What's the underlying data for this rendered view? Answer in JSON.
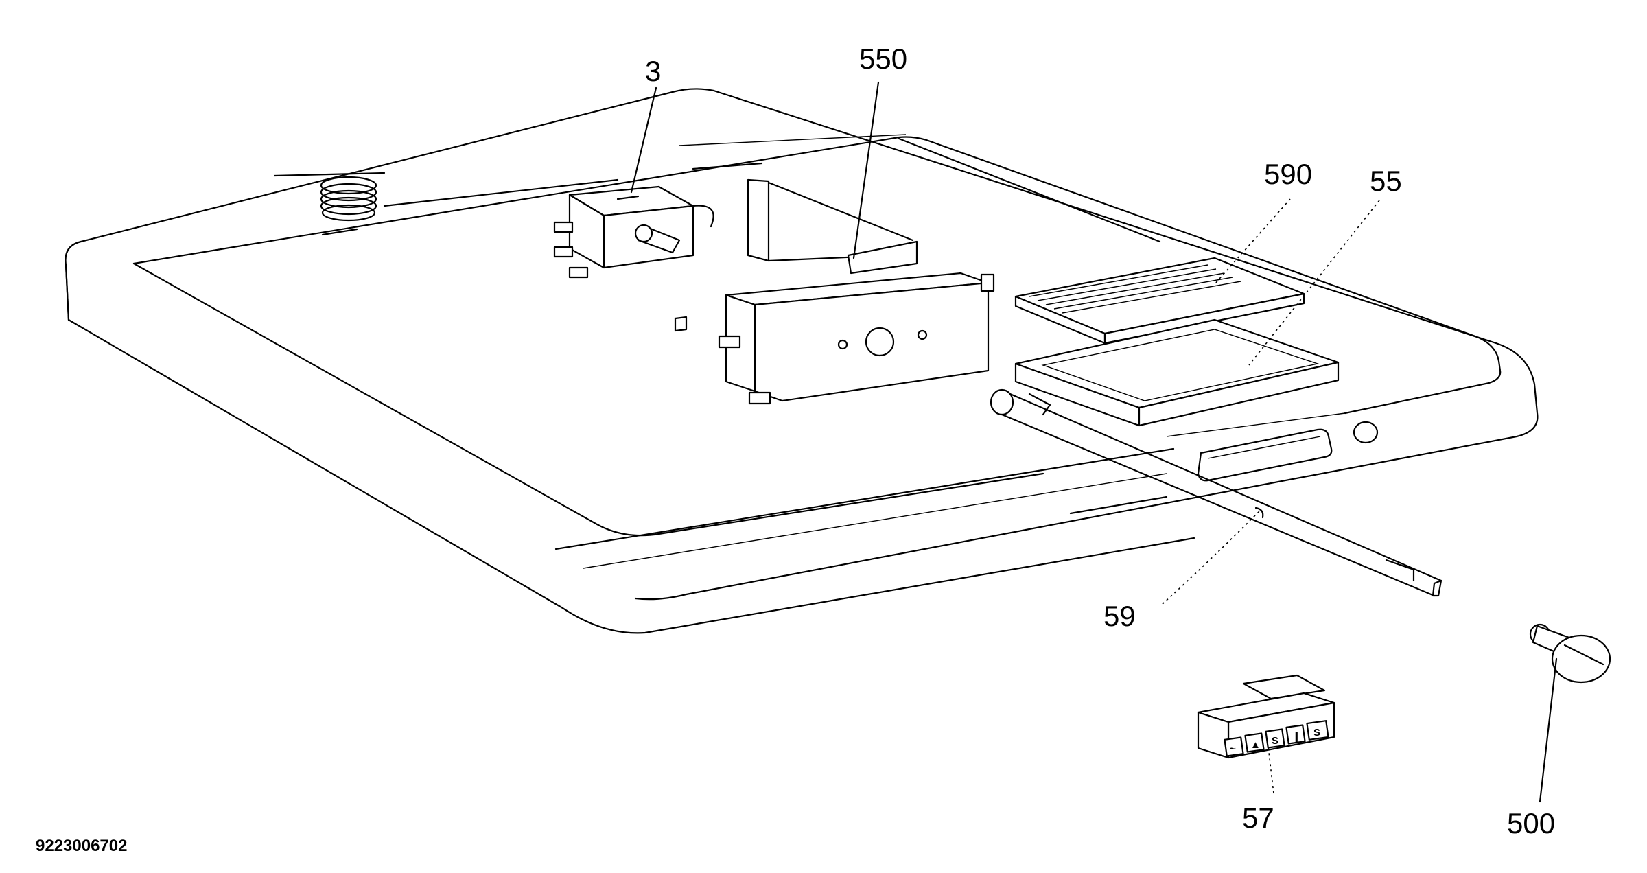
{
  "document_id": "9223006702",
  "callouts": {
    "thermostat": "3",
    "bracket": "550",
    "filter_grille": "590",
    "filter_tray": "55",
    "shaft": "59",
    "switch_panel": "57",
    "knob": "500"
  },
  "switch_keys": [
    "~",
    "▲",
    "S",
    "❙",
    "S"
  ]
}
